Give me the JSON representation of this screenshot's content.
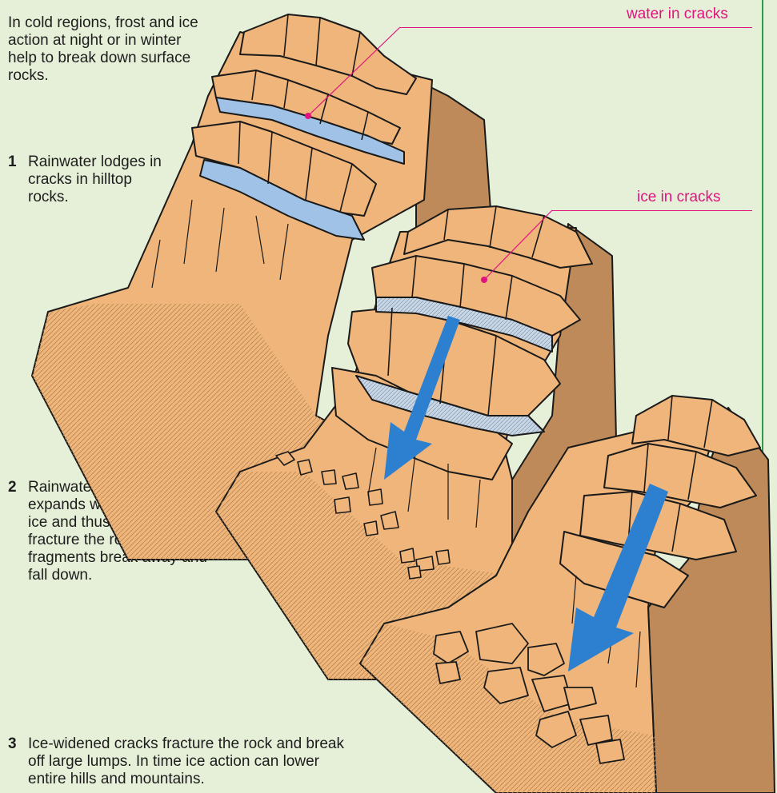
{
  "intro": "In cold regions, frost and ice action at night or in winter help to break down surface rocks.",
  "callouts": {
    "water": "water in cracks",
    "ice": "ice in cracks"
  },
  "steps": [
    {
      "num": "1",
      "text": "Rainwater lodges in cracks in hilltop rocks."
    },
    {
      "num": "2",
      "text": "Rainwater in the cracks expands when it turns to ice and thus begins to fracture the rocks. Small fragments break away and fall down."
    },
    {
      "num": "3",
      "text": "Ice-widened cracks fracture the rock and break off large lumps. In time ice action can lower entire hills and mountains."
    }
  ],
  "colors": {
    "background": "#e6efd7",
    "rock": "#efb57a",
    "cliff": "#bf8a5a",
    "outline": "#1a1a1a",
    "water": "#9fc2e6",
    "arrow": "#2d7fd0",
    "callout": "#e0137f",
    "border": "#2e9a4a"
  }
}
